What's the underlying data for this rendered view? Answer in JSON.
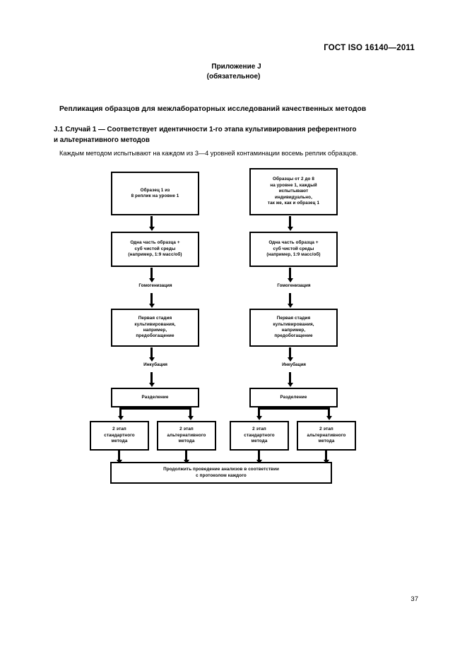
{
  "header": {
    "standard": "ГОСТ ISO 16140—2011",
    "annex_label": "Приложение J",
    "annex_status": "(обязательное)"
  },
  "document": {
    "title": "Репликация образцов для межлабораторных исследований качественных методов",
    "clause_line1": "J.1  Случай 1 — Соответствует идентичности 1-го этапа культивирования референтного",
    "clause_line2": "и альтернативного методов",
    "intro": "Каждым методом испытывают на каждом из 3—4  уровней контаминации восемь реплик образцов.",
    "page_number": "37"
  },
  "flowchart": {
    "left_branch": {
      "sample_box": {
        "line1": "Образец 1 из",
        "line2": "8 реплик на уровне 1"
      },
      "portion_box": {
        "line1": "Одна часть образца +",
        "line2": "суб чистой среды",
        "line3": "(например, 1:9 масс/об)"
      },
      "homogenization_label": "Гомогенизация",
      "first_stage_box": {
        "line1": "Первая стадия",
        "line2": "культивирования,",
        "line3": "например,",
        "line4": "предобогащение"
      },
      "incubation_label": "Инкубация",
      "separation_box": "Разделение",
      "standard_box": {
        "line1": "2 этап",
        "line2": "стандартного",
        "line3": "метода"
      },
      "alternative_box": {
        "line1": "2 этап",
        "line2": "альтернативного",
        "line3": "метода"
      }
    },
    "right_branch": {
      "sample_box": {
        "line1": "Образцы от 2 до 8",
        "line2": "на уровне 1, каждый",
        "line3": "испытывают",
        "line4": "индивидуально,",
        "line5": "так же, как и образец 1"
      },
      "portion_box": {
        "line1": "Одна часть образца +",
        "line2": "суб чистой среды",
        "line3": "(например, 1:9 масс/об)"
      },
      "homogenization_label": "Гомогенизация",
      "first_stage_box": {
        "line1": "Первая стадия",
        "line2": "культивирования,",
        "line3": "например,",
        "line4": "предобогащение"
      },
      "incubation_label": "Инкубация",
      "separation_box": "Разделение",
      "standard_box": {
        "line1": "2 этап",
        "line2": "стандартного",
        "line3": "метода"
      },
      "alternative_box": {
        "line1": "2 этап",
        "line2": "альтернативного",
        "line3": "метода"
      }
    },
    "final_box": {
      "line1": "Продолжить проведение анализов в соответствии",
      "line2": "с протоколом каждого"
    }
  }
}
